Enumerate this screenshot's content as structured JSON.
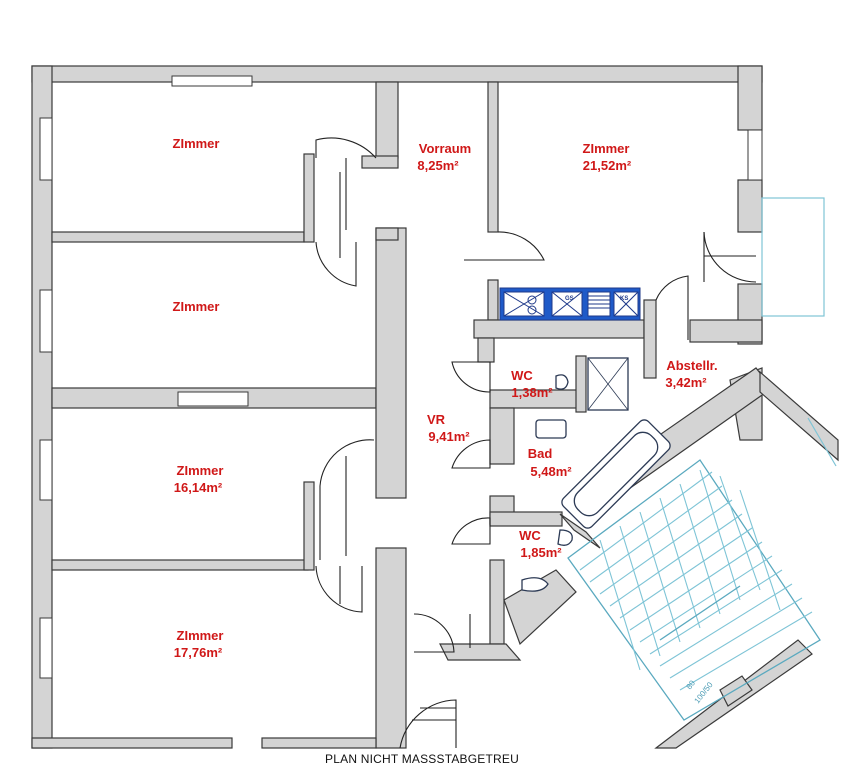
{
  "rooms": {
    "zimmer_top_left": {
      "name": "ZImmer",
      "area": ""
    },
    "vorraum": {
      "name": "Vorraum",
      "area": "8,25m²"
    },
    "zimmer_top_right": {
      "name": "ZImmer",
      "area": "21,52m²"
    },
    "zimmer_mid_left": {
      "name": "ZImmer",
      "area": ""
    },
    "wc_1": {
      "name": "WC",
      "area": "1,38m²"
    },
    "abstellraum": {
      "name": "Abstellr.",
      "area": "3,42m²"
    },
    "vr": {
      "name": "VR",
      "area": "9,41m²"
    },
    "bad": {
      "name": "Bad",
      "area": "5,48m²"
    },
    "zimmer_3": {
      "name": "ZImmer",
      "area": "16,14m²"
    },
    "wc_2": {
      "name": "WC",
      "area": "1,85m²"
    },
    "zimmer_4": {
      "name": "ZImmer",
      "area": "17,76m²"
    }
  },
  "kitchen_labels": {
    "gs": "GS",
    "ks": "KS"
  },
  "stair_annotation": {
    "line1": "80",
    "line2": "100/50"
  },
  "footer": {
    "note": "PLAN NICHT MASSSTABGETREU"
  },
  "colors": {
    "label": "#d01818",
    "wall": "#d4d4d4",
    "stair": "#7ec4d6",
    "kitchen": "#1f5ac8"
  }
}
